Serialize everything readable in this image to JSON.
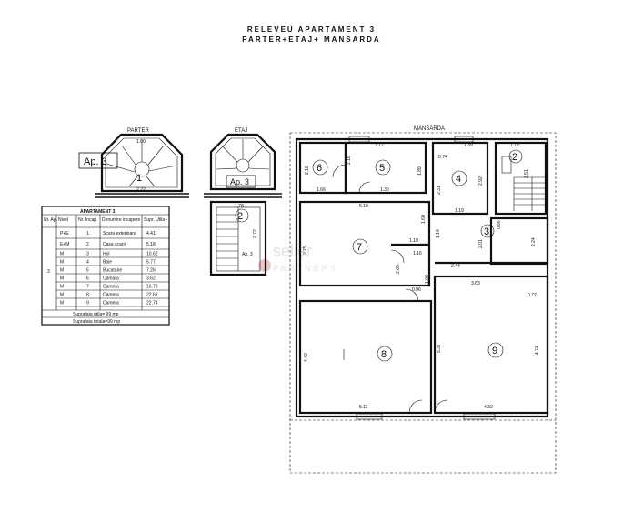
{
  "header": {
    "title_line1": "RELEVEU APARTAMENT 3",
    "title_line2": "PARTER+ETAJ+ MANSARDA"
  },
  "levels": {
    "parter": "PARTER",
    "etaj": "ETAJ",
    "mansarda": "MANSARDA"
  },
  "tags": {
    "ap3_parter": "Ap. 3",
    "ap3_etaj": "Ap. 3",
    "ap3_small": "Ap. 3"
  },
  "rooms": [
    "1",
    "2",
    "3",
    "4",
    "5",
    "6",
    "7",
    "8",
    "9"
  ],
  "dimensions": {
    "parter_bottom": "2.22",
    "parter_top": "1.00",
    "etaj_width": "1.78",
    "etaj_height": "2.72",
    "m_top_5": "3.12",
    "m_top_4": "1.39",
    "m_top_2": "1.78",
    "m_6_h": "2.18",
    "m_6_w": "1.66",
    "m_5_h": "1.89",
    "m_5_h2": "2.18",
    "m_5_w": "1.30",
    "m_4_a": "0.74",
    "m_4_b": "2.31",
    "m_4_c": "2.92",
    "m_4_d": "1.19",
    "m_2_a": "2.51",
    "m_hall_w": "5.10",
    "m_7_a": "1.60",
    "m_7_b": "1.10",
    "m_7_c": "1.16",
    "m_7_d": "1.14",
    "m_7_h": "2.75",
    "m_3_a": "0.86",
    "m_3_b": "2.01",
    "m_3_c": "2.24",
    "m_mid_a": "2.44",
    "m_mid_b": "1.00",
    "m_mid_c": "0.96",
    "m_mid_d": "2.65",
    "m_9_w": "3.63",
    "m_9_a": "0.72",
    "m_9_h": "4.74",
    "m_9_mid": "5.37",
    "m_9_bottom": "4.32",
    "m_8_h": "4.42",
    "m_8_bottom": "5.11"
  },
  "table": {
    "title": "APARTAMENT 3",
    "headers": [
      "Nr. Ap.",
      "Nivel",
      "Nr. Incap.",
      "Denumire incapere",
      "Supr. Utila -"
    ],
    "ap_number": "3",
    "rows": [
      {
        "level": "P+E",
        "nr": "1",
        "name": "Scara exterioara",
        "area": "4.41"
      },
      {
        "level": "E+M",
        "nr": "2",
        "name": "Casa scarii",
        "area": "5.18"
      },
      {
        "level": "M",
        "nr": "3",
        "name": "Hol",
        "area": "10.62"
      },
      {
        "level": "M",
        "nr": "4",
        "name": "Baie",
        "area": "5.77"
      },
      {
        "level": "M",
        "nr": "5",
        "name": "Bucatarie",
        "area": "7.26"
      },
      {
        "level": "M",
        "nr": "6",
        "name": "Camara",
        "area": "3.62"
      },
      {
        "level": "M",
        "nr": "7",
        "name": "Camera",
        "area": "16.79"
      },
      {
        "level": "M",
        "nr": "8",
        "name": "Camera",
        "area": "22.61"
      },
      {
        "level": "M",
        "nr": "9",
        "name": "Camera",
        "area": "22.74"
      }
    ],
    "total_useful": "Suprafata utila= 99 mp",
    "total_overall": "Suprafata totala=99 mp"
  },
  "watermark": {
    "word1": "seller",
    "word2": "PARTNERS"
  },
  "colors": {
    "line": "#111111",
    "watermark": "#cfcfcf",
    "watermark_dot": "#e8a0a0"
  }
}
